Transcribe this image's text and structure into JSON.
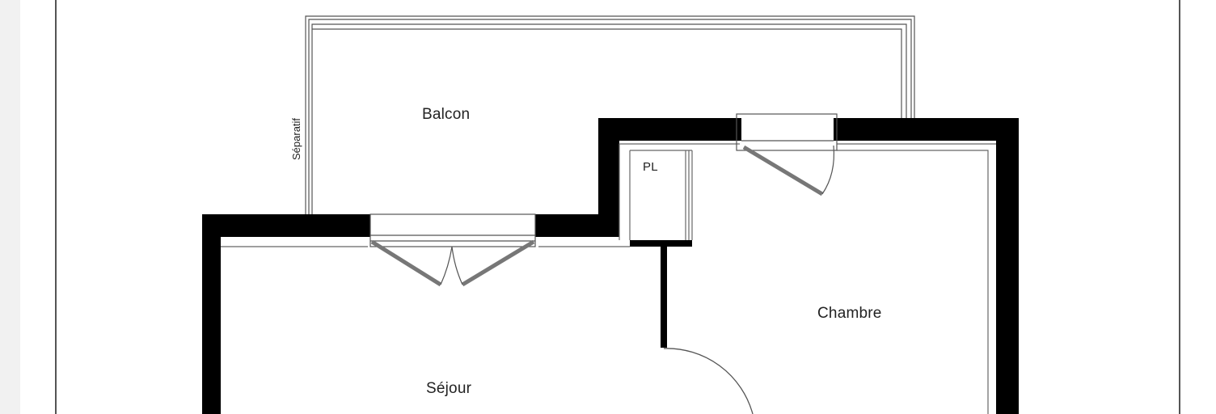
{
  "document": {
    "type": "floor-plan",
    "background_color": "#ffffff",
    "wall_color": "#000000",
    "line_color": "#555555"
  },
  "rooms": {
    "balcon": {
      "label": "Balcon"
    },
    "sejour": {
      "label": "Séjour"
    },
    "chambre": {
      "label": "Chambre"
    },
    "placard": {
      "label": "PL"
    }
  },
  "annotations": {
    "separatif": {
      "label": "Séparatif"
    }
  },
  "openings": [
    {
      "name": "sejour-french-door",
      "type": "double-swing-door",
      "leaves": 2
    },
    {
      "name": "chambre-window-door",
      "type": "single-swing-door",
      "leaves": 1
    },
    {
      "name": "chambre-entry-door",
      "type": "single-swing-door",
      "leaves": 1
    }
  ]
}
